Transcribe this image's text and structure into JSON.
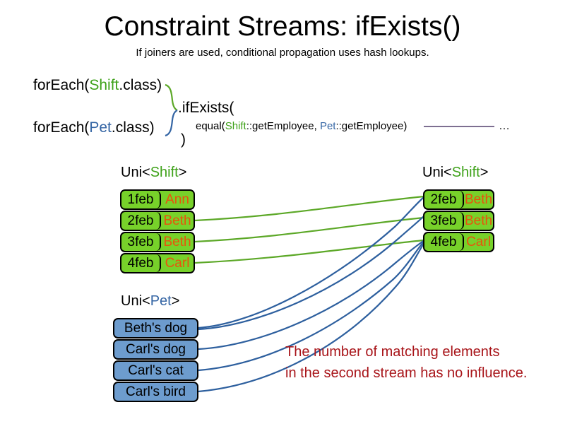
{
  "slide": {
    "title": "Constraint Streams: ifExists()",
    "subtitle": "If joiners are used, conditional propagation uses hash lookups."
  },
  "code": {
    "for_each_shift": {
      "prefix": "forEach(",
      "type": "Shift",
      "suffix": ".class)"
    },
    "for_each_pet": {
      "prefix": "forEach(",
      "type": "Pet",
      "suffix": ".class)"
    },
    "if_exists": ".ifExists(",
    "closing_paren": ")",
    "equal_joiner": {
      "prefix": "equal(",
      "left_type": "Shift",
      "left_method": "::getEmployee, ",
      "right_type": "Pet",
      "right_method": "::getEmployee)"
    },
    "ellipsis": "…"
  },
  "streams": {
    "left_shift": {
      "label_prefix": "Uni<",
      "label_type": "Shift",
      "label_suffix": ">",
      "rows": [
        {
          "date": "1feb",
          "name": "Ann"
        },
        {
          "date": "2feb",
          "name": "Beth"
        },
        {
          "date": "3feb",
          "name": "Beth"
        },
        {
          "date": "4feb",
          "name": "Carl"
        }
      ]
    },
    "right_shift": {
      "label_prefix": "Uni<",
      "label_type": "Shift",
      "label_suffix": ">",
      "rows": [
        {
          "date": "2feb",
          "name": "Beth"
        },
        {
          "date": "3feb",
          "name": "Beth"
        },
        {
          "date": "4feb",
          "name": "Carl"
        }
      ]
    },
    "pet": {
      "label_prefix": "Uni<",
      "label_type": "Pet",
      "label_suffix": ">",
      "rows": [
        {
          "name": "Beth's dog"
        },
        {
          "name": "Carl's dog"
        },
        {
          "name": "Carl's cat"
        },
        {
          "name": "Carl's bird"
        }
      ]
    }
  },
  "annotation": {
    "line1": "The number of matching elements",
    "line2": "in the second stream has no influence."
  },
  "colors": {
    "shift_green": "#3fa21a",
    "pet_blue": "#3465a4",
    "box_green": "#77d12a",
    "box_blue": "#6d9cce",
    "name_orange": "#e8540c",
    "edge_green": "#5ca827",
    "edge_blue": "#2d5f9e",
    "joiner_line": "#7d6f91",
    "annotation_red": "#a81419"
  }
}
